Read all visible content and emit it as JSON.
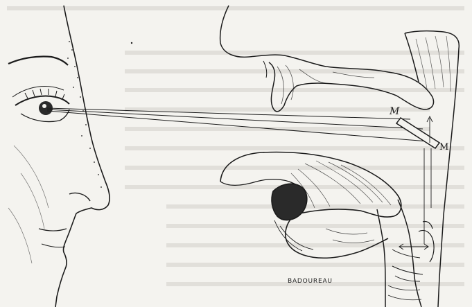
{
  "figure": {
    "labels": {
      "mirror_upper": "M",
      "mirror_lower": "M"
    },
    "signature": "BADOUREAU"
  },
  "colors": {
    "ink": "#1b1b1b",
    "paper": "#f4f3ef",
    "bleed_text": "#c9c7c0"
  }
}
